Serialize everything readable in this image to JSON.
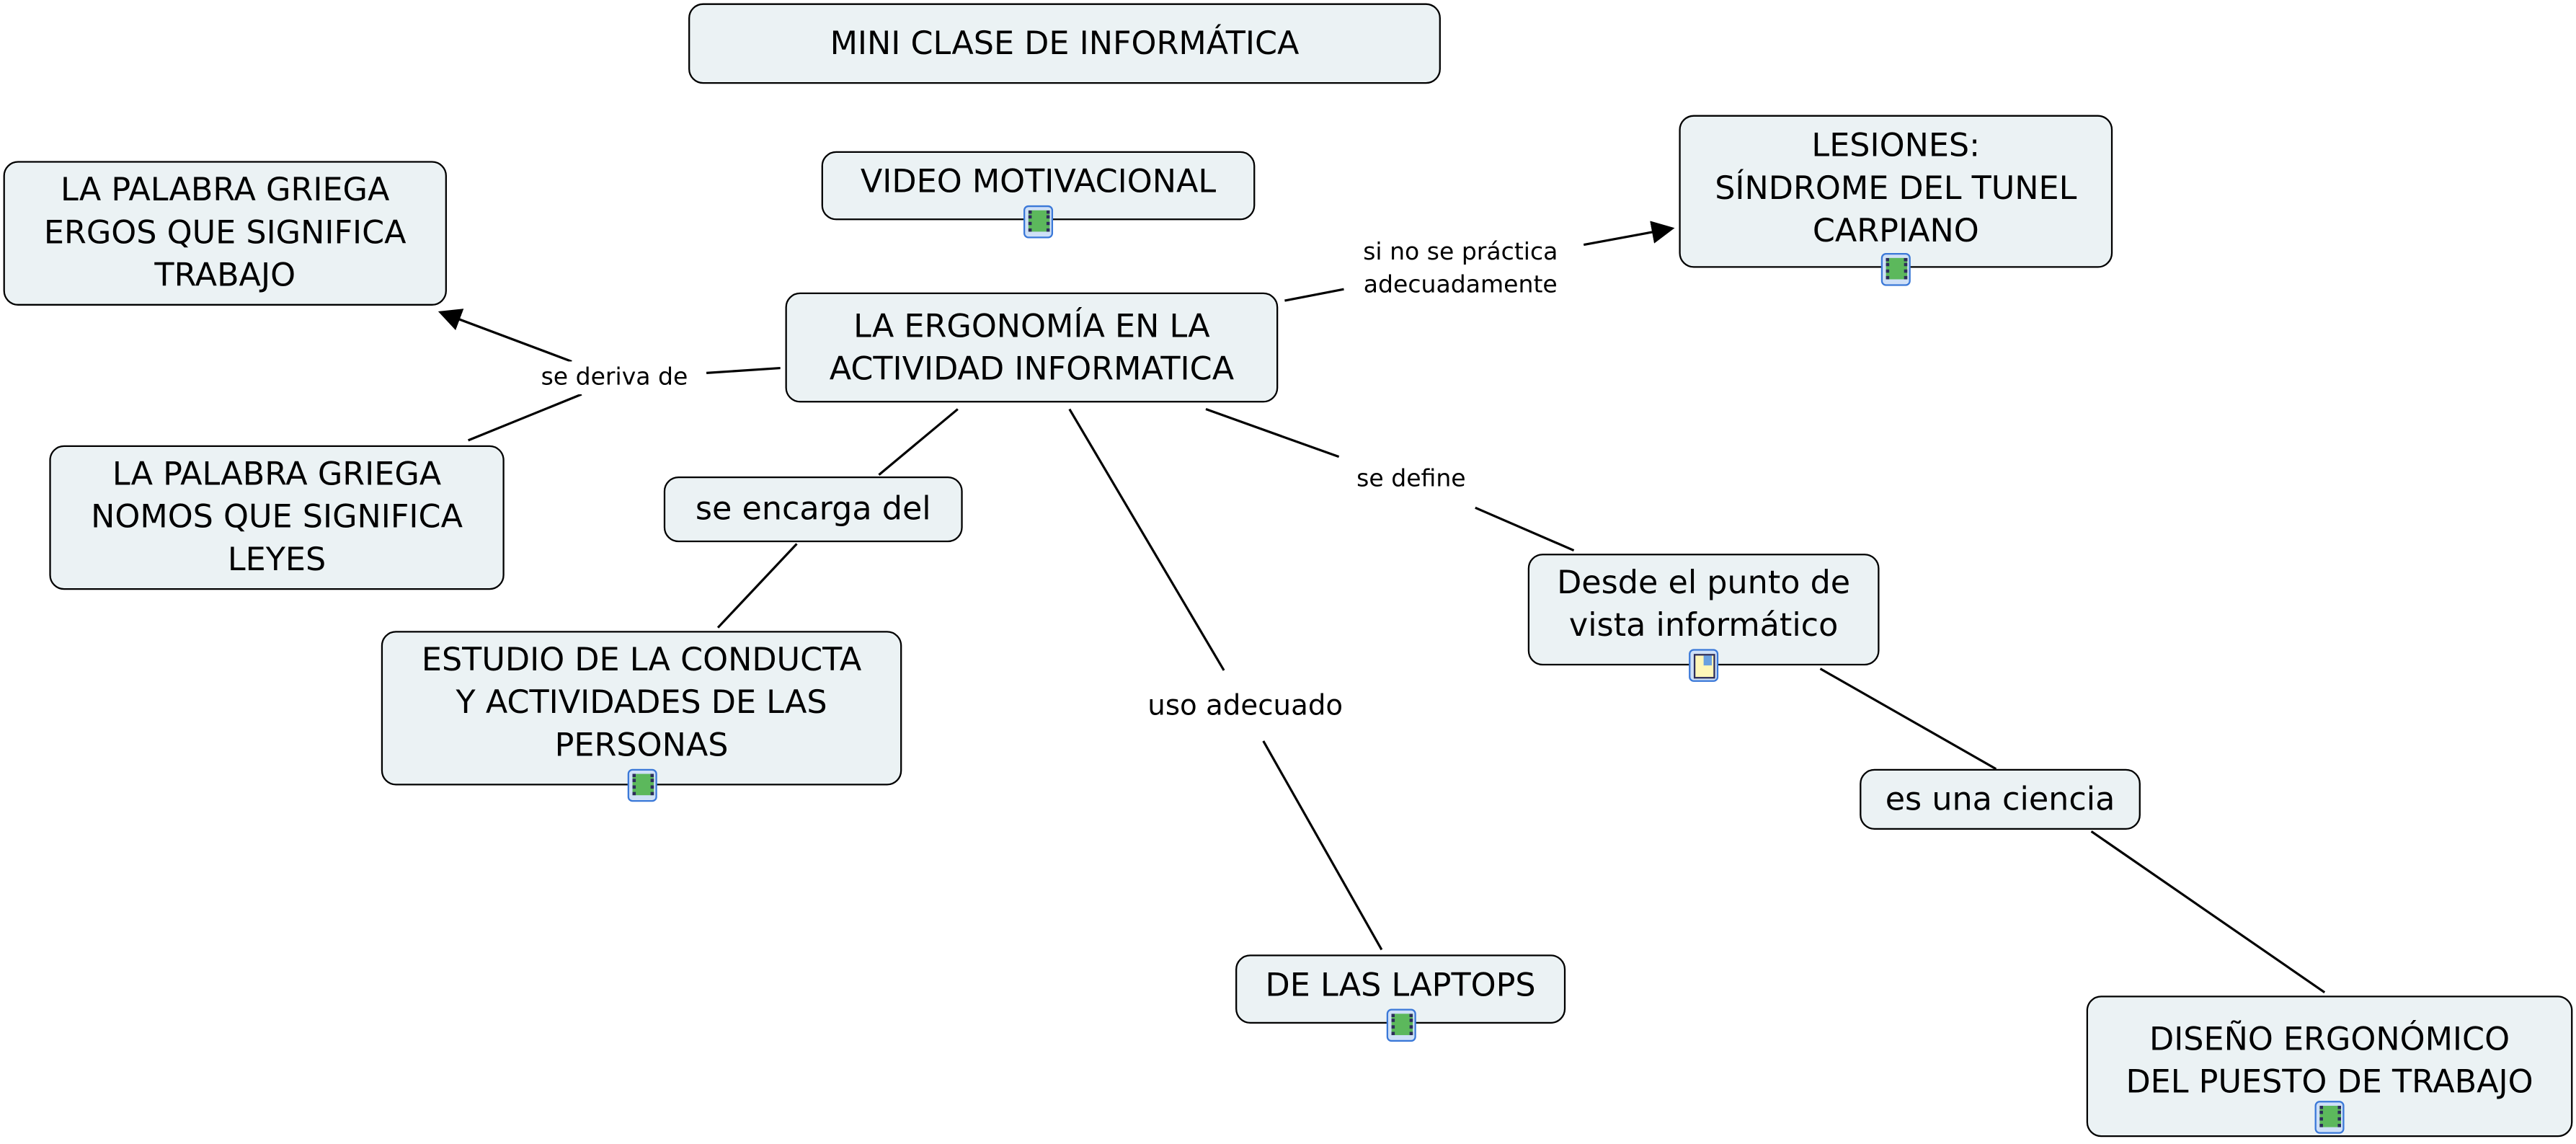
{
  "title": "MINI CLASE DE INFORMÁTICA",
  "nodes": {
    "video": "VIDEO MOTIVACIONAL",
    "main": "LA ERGONOMÍA EN LA\nACTIVIDAD INFORMATICA",
    "ergos": "LA PALABRA GRIEGA\nERGOS QUE SIGNIFICA\nTRABAJO",
    "nomos": "LA PALABRA GRIEGA\nNOMOS QUE SIGNIFICA\nLEYES",
    "lesiones": "LESIONES:\nSÍNDROME DEL TUNEL\nCARPIANO",
    "se_encarga": "se encarga del ",
    "estudio": "ESTUDIO DE LA CONDUCTA\nY ACTIVIDADES DE LAS\nPERSONAS",
    "desde": "Desde el punto de\nvista informático",
    "ciencia": "es una ciencia",
    "laptops": "DE LAS LAPTOPS",
    "diseno": "DISEÑO ERGONÓMICO\nDEL PUESTO DE TRABAJO"
  },
  "link_labels": {
    "deriva": "se deriva de",
    "practica": "si no se práctica\nadecuadamente",
    "define": "se define",
    "uso": "uso adecuado"
  },
  "resource_icons": {
    "video": "film-icon",
    "lesiones": "film-icon",
    "estudio": "film-icon",
    "laptops": "film-icon",
    "diseno": "film-icon",
    "desde": "document-image-icon"
  }
}
